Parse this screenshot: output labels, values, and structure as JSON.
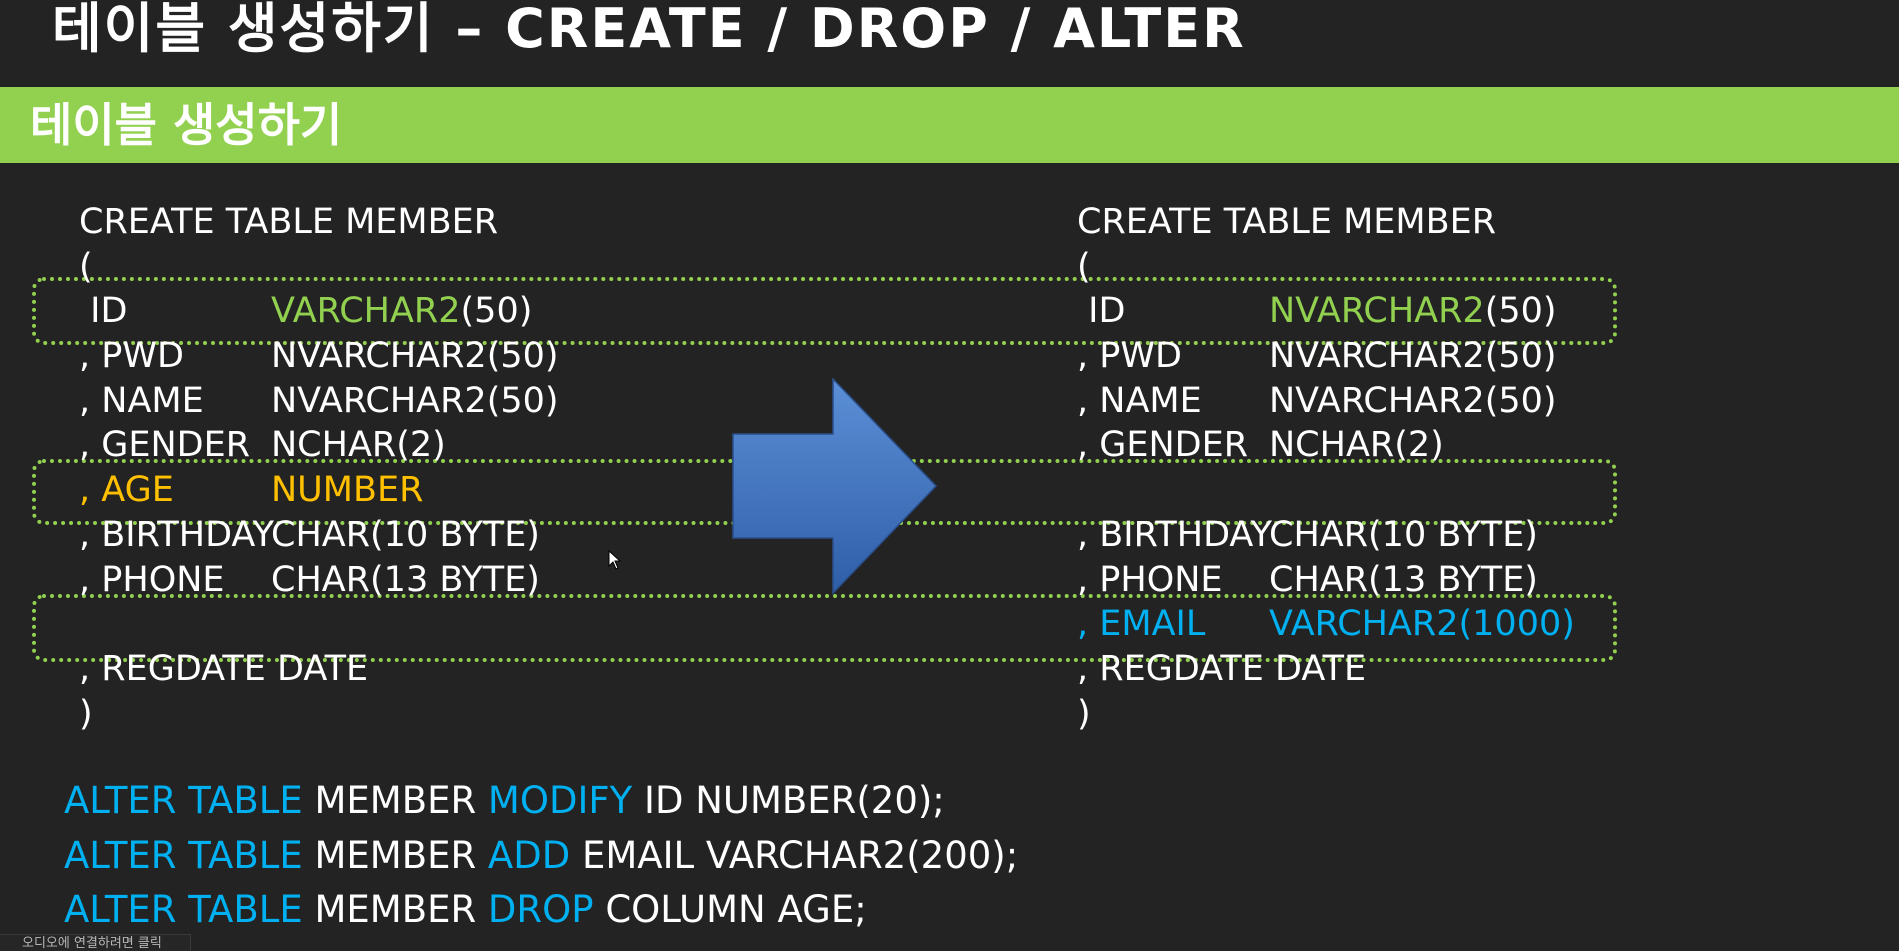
{
  "slide_title": "테이블 생성하기 – CREATE / DROP / ALTER",
  "banner_title": "테이블 생성하기",
  "left_table": {
    "header": "CREATE TABLE MEMBER",
    "open_paren": "(",
    "close_paren": ")",
    "columns": [
      {
        "prefix": "",
        "name": "ID",
        "type_a": "VARCHAR2",
        "type_b": "(50)"
      },
      {
        "prefix": ", ",
        "name": "PWD",
        "type_a": "",
        "type_b": "NVARCHAR2(50)"
      },
      {
        "prefix": ", ",
        "name": "NAME",
        "type_a": "",
        "type_b": "NVARCHAR2(50)"
      },
      {
        "prefix": ", ",
        "name": "GENDER",
        "type_a": "",
        "type_b": "NCHAR(2)"
      },
      {
        "prefix": ", ",
        "name": "AGE",
        "type_a": "NUMBER",
        "type_b": ""
      },
      {
        "prefix": ", ",
        "name": "BIRTHDAY",
        "type_a": "",
        "type_b": "CHAR(10 BYTE)"
      },
      {
        "prefix": ", ",
        "name": "PHONE",
        "type_a": "",
        "type_b": "CHAR(13 BYTE)"
      },
      {
        "prefix": "",
        "name": "",
        "type_a": "",
        "type_b": ""
      },
      {
        "prefix": ", ",
        "name": "REGDATE",
        "type_a": "",
        "type_b": "DATE"
      }
    ]
  },
  "right_table": {
    "header": "CREATE TABLE MEMBER",
    "open_paren": "(",
    "close_paren": ")",
    "columns": [
      {
        "prefix": "",
        "name": "ID",
        "type_a": "NVARCHAR2",
        "type_b": "(50)"
      },
      {
        "prefix": ", ",
        "name": "PWD",
        "type_a": "",
        "type_b": "NVARCHAR2(50)"
      },
      {
        "prefix": ", ",
        "name": "NAME",
        "type_a": "",
        "type_b": "NVARCHAR2(50)"
      },
      {
        "prefix": ", ",
        "name": "GENDER",
        "type_a": "",
        "type_b": "NCHAR(2)"
      },
      {
        "prefix": "",
        "name": "",
        "type_a": "",
        "type_b": ""
      },
      {
        "prefix": ", ",
        "name": "BIRTHDAY",
        "type_a": "",
        "type_b": "CHAR(10 BYTE)"
      },
      {
        "prefix": ", ",
        "name": "PHONE",
        "type_a": "",
        "type_b": "CHAR(13 BYTE)"
      },
      {
        "prefix": ", ",
        "name": "EMAIL",
        "type_a": "VARCHAR2(1000)",
        "type_b": ""
      },
      {
        "prefix": ", ",
        "name": "REGDATE",
        "type_a": "",
        "type_b": "DATE"
      }
    ]
  },
  "alter_statements": [
    {
      "keyword": "ALTER TABLE",
      "table": " MEMBER ",
      "action": "MODIFY",
      "rest": " ID NUMBER(20);"
    },
    {
      "keyword": "ALTER TABLE",
      "table": " MEMBER ",
      "action": "ADD",
      "rest": " EMAIL VARCHAR2(200);"
    },
    {
      "keyword": "ALTER TABLE",
      "table": " MEMBER ",
      "action": "DROP",
      "rest": " COLUMN AGE;"
    }
  ],
  "bottom_tab_text": "오디오에 연결하려면 클릭",
  "icons": {
    "arrow": "right-arrow-icon",
    "cursor": "mouse-cursor-icon"
  },
  "colors": {
    "background": "#232323",
    "banner": "#92d050",
    "highlight_green": "#92d050",
    "highlight_orange": "#ffc000",
    "highlight_blue": "#00b0f0",
    "arrow": "#4472c4"
  }
}
